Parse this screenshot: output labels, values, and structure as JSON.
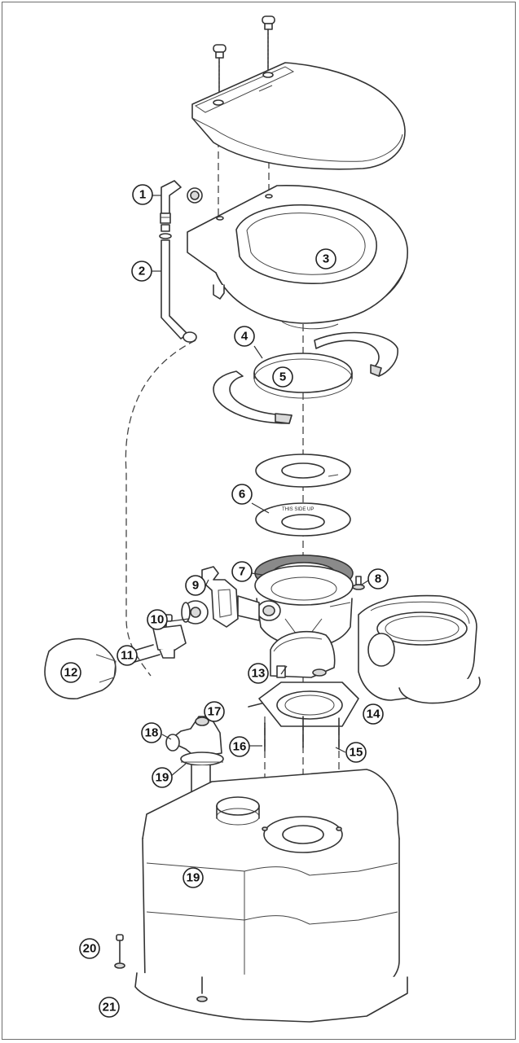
{
  "diagram": {
    "callouts": [
      "1",
      "2",
      "3",
      "4",
      "5",
      "6",
      "7",
      "8",
      "9",
      "10",
      "11",
      "12",
      "13",
      "14",
      "15",
      "16",
      "17",
      "18",
      "19",
      "19",
      "20",
      "21"
    ],
    "gasket_text": "THIS SIDE UP"
  },
  "colors": {
    "line": "#333333",
    "frame": "#6e6e6e",
    "fill": "#ffffff",
    "shade": "#d9d9d9"
  }
}
